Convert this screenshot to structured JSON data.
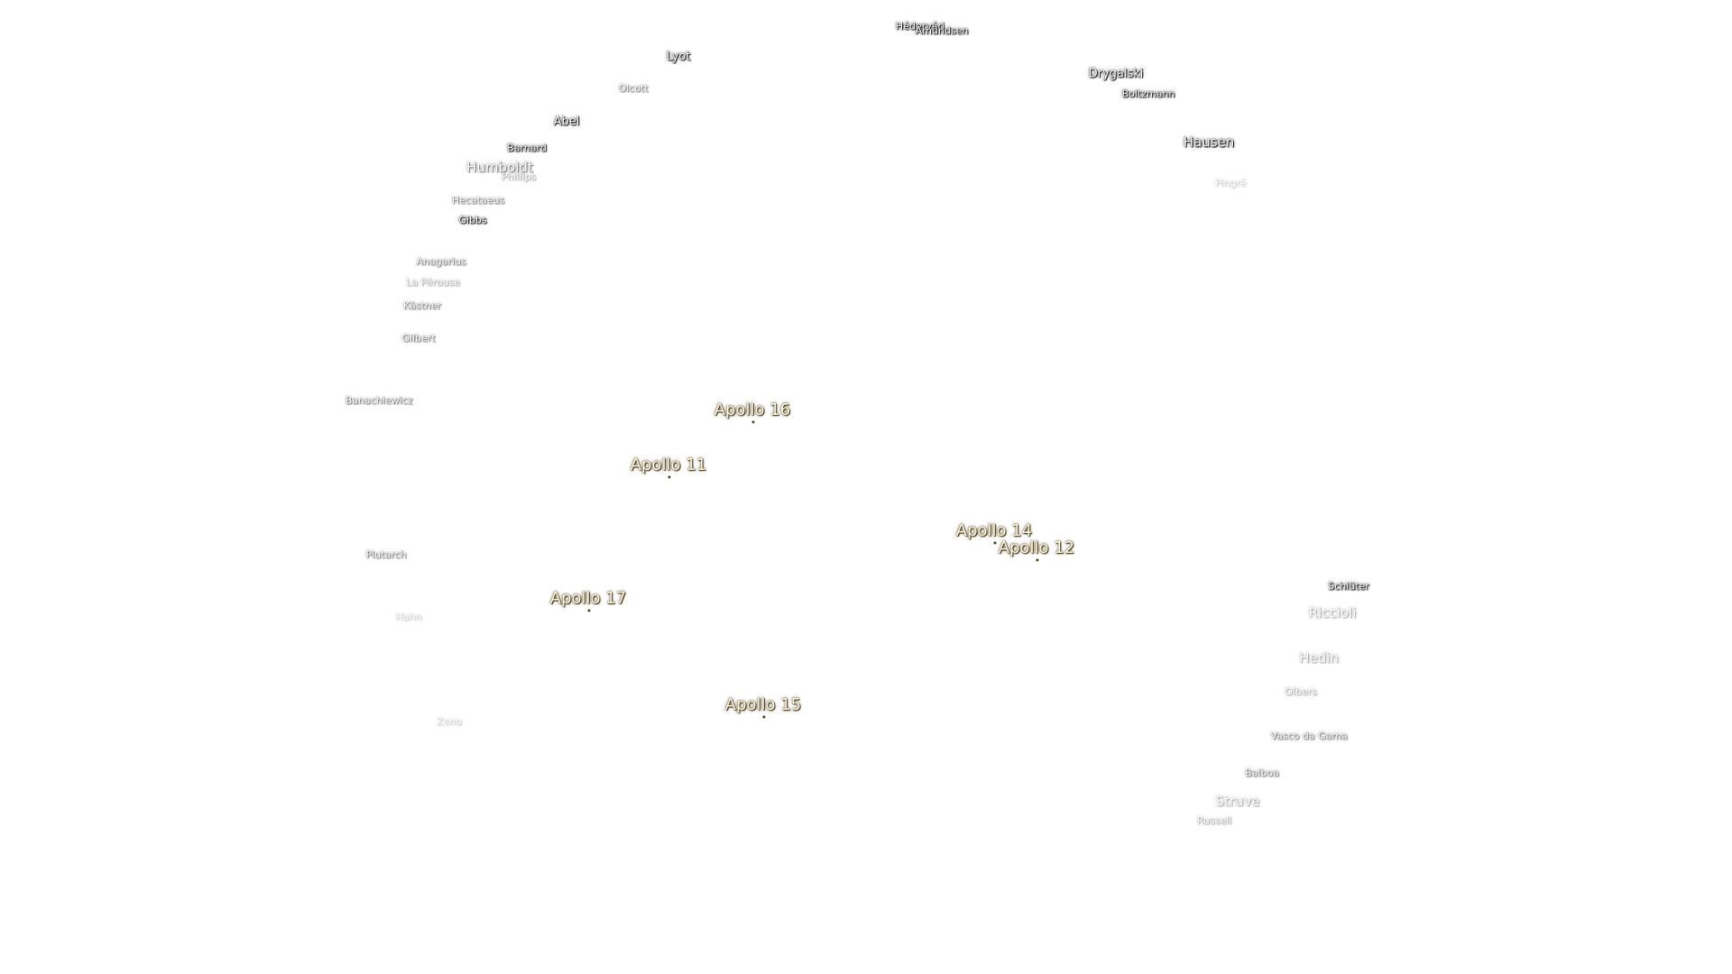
{
  "apollo_sites": [
    {
      "id": "a16",
      "label": "Apollo 16"
    },
    {
      "id": "a11",
      "label": "Apollo 11"
    },
    {
      "id": "a14",
      "label": "Apollo 14"
    },
    {
      "id": "a12",
      "label": "Apollo 12"
    },
    {
      "id": "a17",
      "label": "Apollo 17"
    },
    {
      "id": "a15",
      "label": "Apollo 15"
    }
  ],
  "craters": [
    {
      "id": "hedervari",
      "label": "Hédervári"
    },
    {
      "id": "amundsen",
      "label": "Amundsen"
    },
    {
      "id": "lyot",
      "label": "Lyot"
    },
    {
      "id": "olcott",
      "label": "Olcott"
    },
    {
      "id": "drygalski",
      "label": "Drygalski"
    },
    {
      "id": "boltzmann",
      "label": "Boltzmann"
    },
    {
      "id": "abel",
      "label": "Abel"
    },
    {
      "id": "hausen",
      "label": "Hausen"
    },
    {
      "id": "barnard",
      "label": "Barnard"
    },
    {
      "id": "humboldt",
      "label": "Humboldt"
    },
    {
      "id": "phillips",
      "label": "Phillips"
    },
    {
      "id": "pingre",
      "label": "Pingré"
    },
    {
      "id": "hecataeus",
      "label": "Hecataeus"
    },
    {
      "id": "gibbs",
      "label": "Gibbs"
    },
    {
      "id": "anaxarchus",
      "label": "Anagarius"
    },
    {
      "id": "laperouse",
      "label": "La Pérouse"
    },
    {
      "id": "kastner",
      "label": "Kästner"
    },
    {
      "id": "gilbert",
      "label": "Gilbert"
    },
    {
      "id": "banachiewicz",
      "label": "Banachiewicz"
    },
    {
      "id": "plutarch",
      "label": "Plutarch"
    },
    {
      "id": "schluter",
      "label": "Schlüter"
    },
    {
      "id": "riccioli",
      "label": "Riccioli"
    },
    {
      "id": "hahn",
      "label": "Hahn"
    },
    {
      "id": "hedin",
      "label": "Hedin"
    },
    {
      "id": "olbers",
      "label": "Olbers"
    },
    {
      "id": "zeno",
      "label": "Zeno"
    },
    {
      "id": "vascodagama",
      "label": "Vasco da Gama"
    },
    {
      "id": "balboa",
      "label": "Balboa"
    },
    {
      "id": "struve",
      "label": "Struve"
    },
    {
      "id": "russell",
      "label": "Russell"
    }
  ]
}
